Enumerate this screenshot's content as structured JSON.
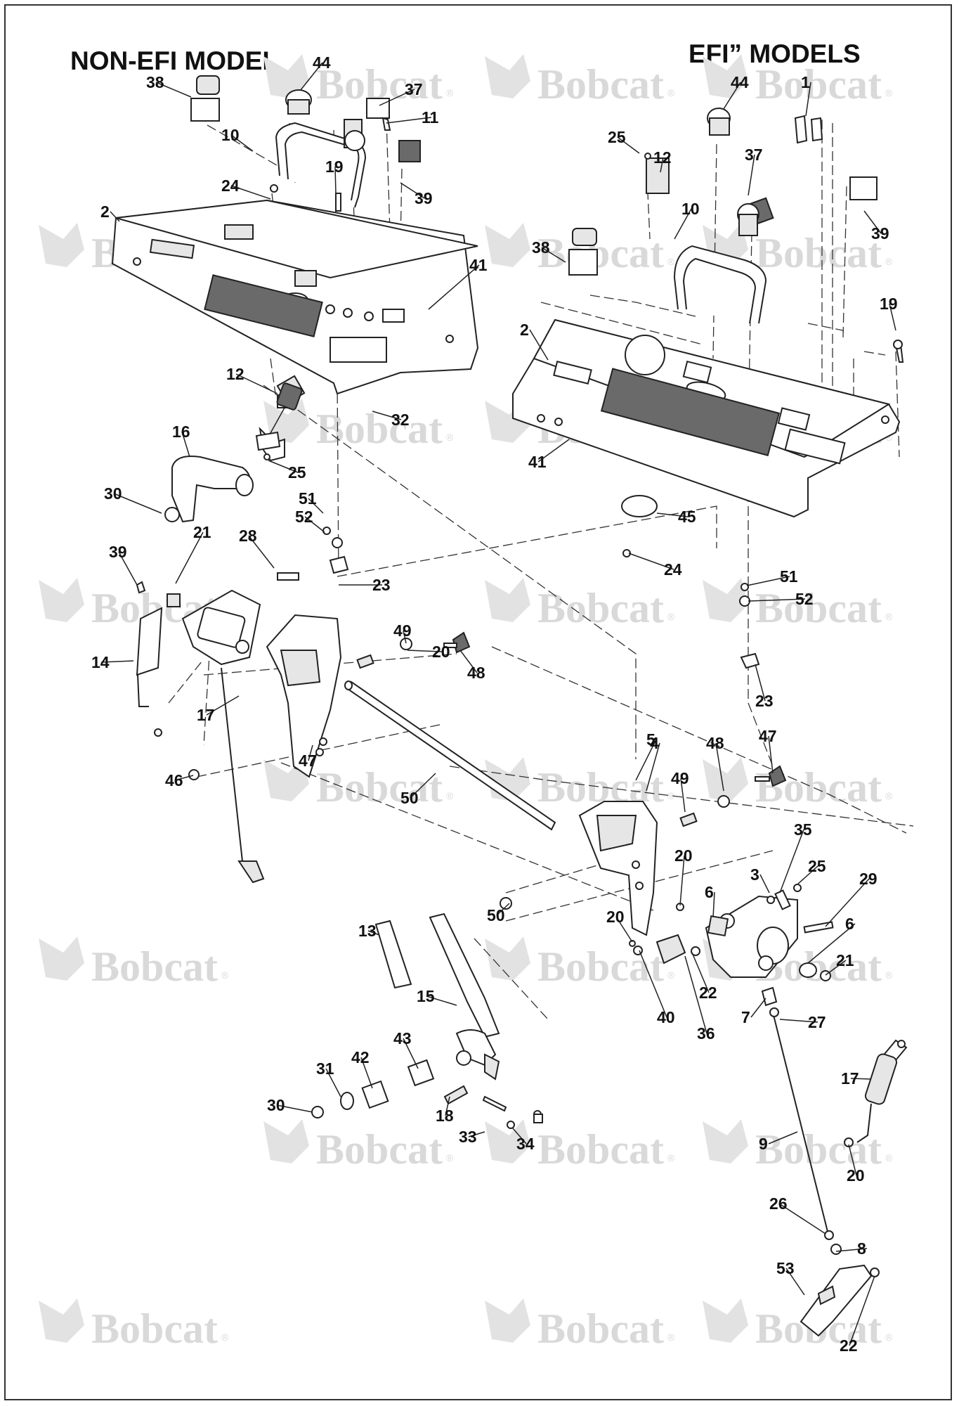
{
  "titles": {
    "left": "NON-EFI MODEL",
    "right": "EFI” MODELS"
  },
  "watermark": {
    "text": "Bobcat",
    "registered": "®"
  },
  "callouts": [
    "38",
    "44",
    "37",
    "11",
    "10",
    "19",
    "39",
    "24",
    "2",
    "41",
    "12",
    "32",
    "16",
    "25",
    "30",
    "51",
    "52",
    "23",
    "21",
    "28",
    "39",
    "14",
    "17",
    "20",
    "49",
    "48",
    "47",
    "46",
    "50",
    "4",
    "1",
    "44",
    "25",
    "12",
    "37",
    "10",
    "39",
    "38",
    "19",
    "2",
    "41",
    "45",
    "24",
    "51",
    "52",
    "23",
    "5",
    "47",
    "48",
    "49",
    "35",
    "3",
    "25",
    "29",
    "20",
    "6",
    "6",
    "21",
    "20",
    "22",
    "50",
    "13",
    "15",
    "40",
    "36",
    "7",
    "27",
    "17",
    "43",
    "31",
    "42",
    "18",
    "30",
    "33",
    "34",
    "9",
    "20",
    "26",
    "8",
    "53",
    "22"
  ]
}
